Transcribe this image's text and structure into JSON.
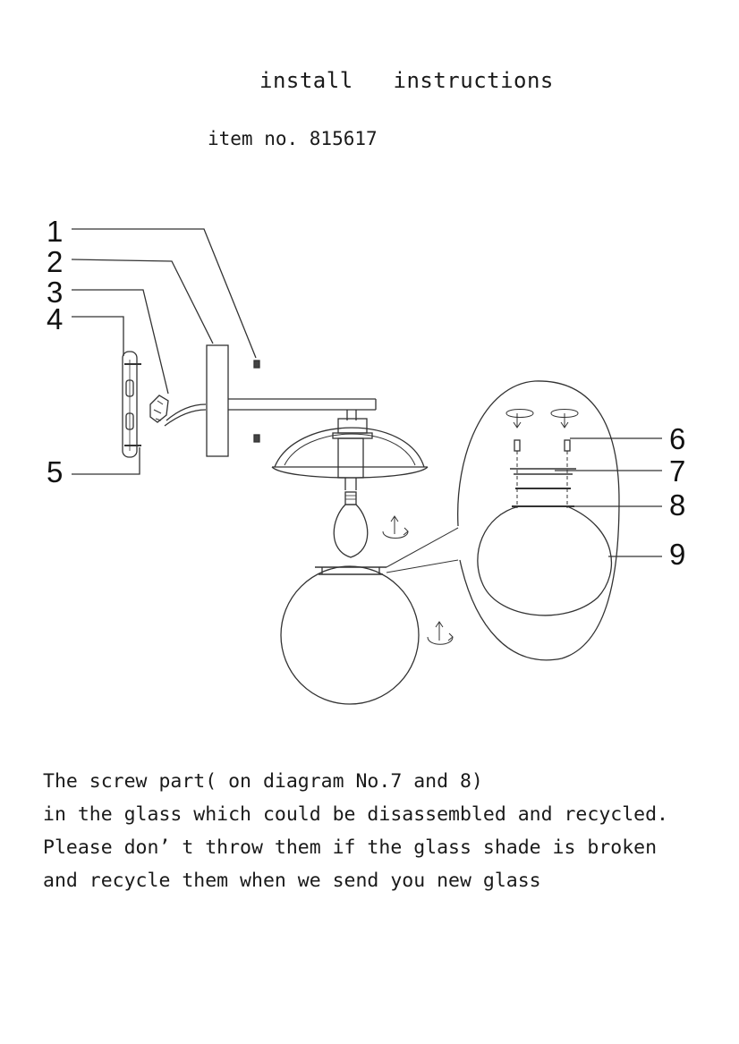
{
  "header": {
    "title": "install   instructions",
    "item_no": "item no. 815617"
  },
  "callouts": {
    "c1": "1",
    "c2": "2",
    "c3": "3",
    "c4": "4",
    "c5": "5",
    "c6": "6",
    "c7": "7",
    "c8": "8",
    "c9": "9"
  },
  "note": {
    "line1": "The screw part( on diagram No.7 and 8)",
    "line2": "in the glass which could be disassembled and recycled.",
    "line3": "Please don’ t throw them if the glass shade is broken",
    "line4": "and recycle them when we send you new glass"
  }
}
